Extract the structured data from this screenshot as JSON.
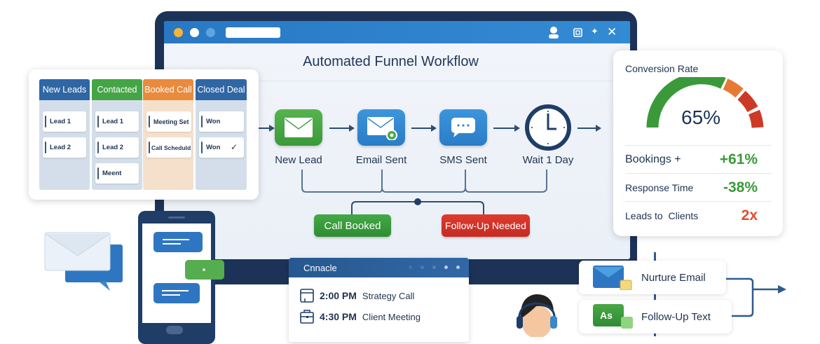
{
  "window": {
    "traffic_lights": [
      "#f6b43a",
      "#ffffff",
      "#5ea4e0"
    ],
    "toolbar_icons": [
      "user-icon",
      "share-icon",
      "sparkle-icon",
      "close-icon"
    ],
    "close_glyph": "✕",
    "sparkle_glyph": "✦"
  },
  "workflow": {
    "title": "Automated Funnel Workflow",
    "steps": [
      {
        "label": "New Lead",
        "icon": "envelope-icon",
        "color": "#4aa846"
      },
      {
        "label": "Email Sent",
        "icon": "email-sent-icon",
        "color": "#3288d0"
      },
      {
        "label": "SMS Sent",
        "icon": "chat-bubble-icon",
        "color": "#3288d0"
      },
      {
        "label": "Wait 1 Day",
        "icon": "clock-icon",
        "color": "#1f3d66"
      }
    ],
    "outcomes": [
      {
        "label": "Call Booked",
        "color": "#36963a"
      },
      {
        "label": "Follow-Up Needed",
        "color": "#d03127"
      }
    ]
  },
  "kanban": {
    "columns": [
      {
        "title": "New Leads",
        "color": "#2f66a4",
        "bg": "#d3deea",
        "items": [
          "Lead 1",
          "Lead 2"
        ]
      },
      {
        "title": "Contacted",
        "color": "#45a546",
        "bg": "#d3deea",
        "items": [
          "Lead 1",
          "Lead 2",
          "Meent"
        ]
      },
      {
        "title": "Booked Call",
        "color": "#ea8a3c",
        "bg": "#f5e0cc",
        "items": [
          "Meeting Set",
          "Call Scheduld"
        ]
      },
      {
        "title": "Closed Deal",
        "color": "#2f66a4",
        "bg": "#d3deea",
        "items": [
          "Won",
          "Won"
        ]
      }
    ],
    "check_glyph": "✓"
  },
  "stats": {
    "title": "Conversion Rate",
    "gauge_value": "65%",
    "gauge_colors": {
      "good": "#3a9a3a",
      "mid": "#e67a35",
      "bad": "#cc3a26"
    },
    "rows": [
      {
        "label": "Bookings +",
        "value": "+61%",
        "color": "#3a9a3a"
      },
      {
        "label": "Response Time",
        "value": "-38%",
        "color": "#3a9a3a"
      },
      {
        "label": "Leads to  Clients",
        "value": "2x",
        "color": "#e0502c"
      }
    ]
  },
  "calendar": {
    "title": "Cnnacle",
    "events": [
      {
        "time": "2:00 PM",
        "title": "Strategy Call",
        "icon": "calendar-icon"
      },
      {
        "time": "4:30 PM",
        "title": "Client Meeting",
        "icon": "briefcase-icon"
      }
    ]
  },
  "automations": [
    {
      "label": "Nurture Email",
      "icon": "email-icon"
    },
    {
      "label": "Follow-Up Text",
      "icon": "text-icon",
      "badge": "As"
    }
  ]
}
